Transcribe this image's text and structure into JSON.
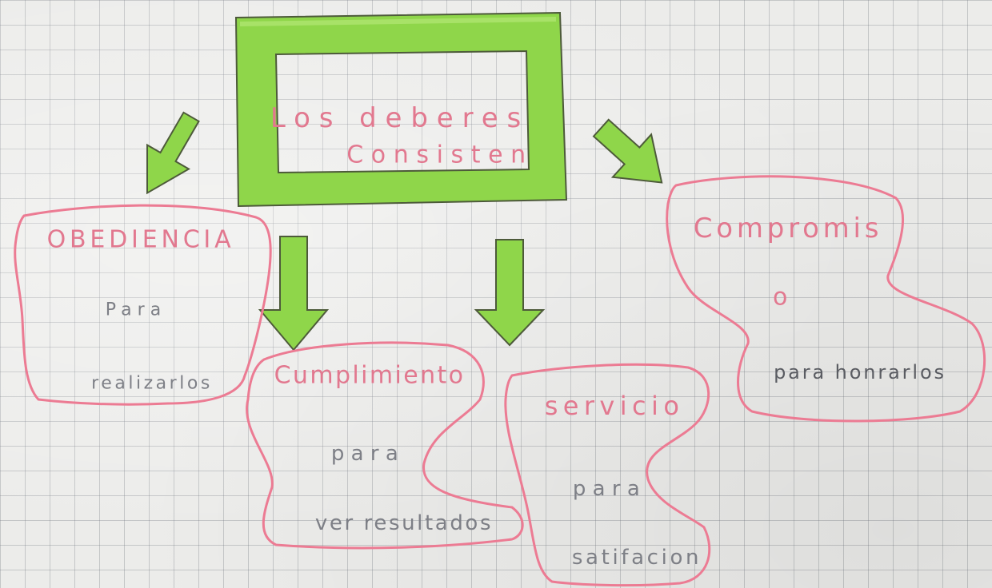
{
  "colors": {
    "green_fill": "#8fd64a",
    "green_outline": "#4d5a3a",
    "pink": "#ec7b93",
    "paper": "#ececea"
  },
  "central": {
    "line1": "Los deberes",
    "line2": "Consisten"
  },
  "nodes": {
    "obediencia": {
      "title": "OBEDIENCIA",
      "connector": "Para",
      "purpose": "realizarlos"
    },
    "cumplimiento": {
      "title": "Cumplimiento",
      "connector": "para",
      "purpose": "ver resultados"
    },
    "servicio": {
      "title": "servicio",
      "connector": "para",
      "purpose": "satifacion"
    },
    "compromiso": {
      "title": "Compromis",
      "connector": "o",
      "purpose": "para honrarlos"
    }
  }
}
